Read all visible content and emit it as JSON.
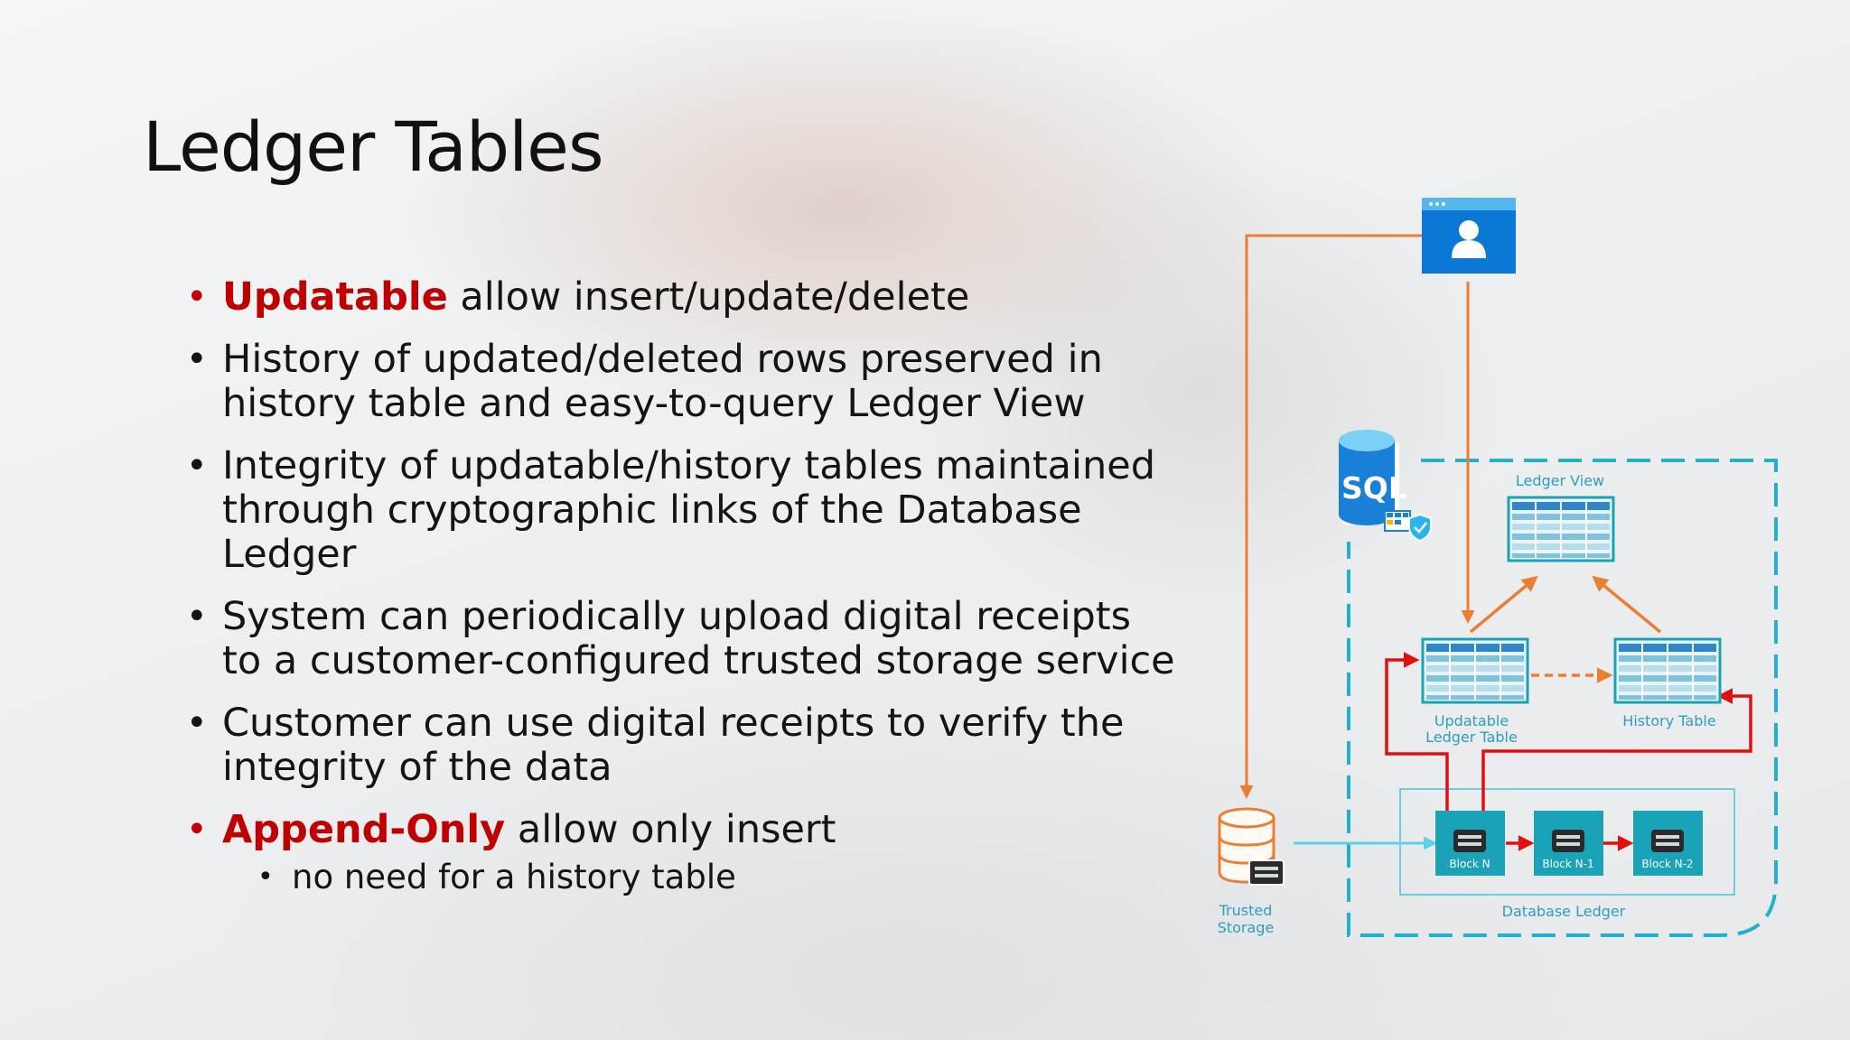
{
  "slide": {
    "title": "Ledger Tables",
    "bullets": [
      {
        "highlight": "Updatable",
        "text": " allow insert/update/delete"
      },
      {
        "text": "History of updated/deleted rows preserved in history table and easy-to-query Ledger View"
      },
      {
        "text": "Integrity of updatable/history tables maintained through cryptographic links of the Database Ledger"
      },
      {
        "text": "System can periodically upload digital receipts to a customer-configured trusted storage service"
      },
      {
        "text": "Customer can use digital receipts to verify the integrity of the data"
      },
      {
        "highlight": "Append-Only",
        "text": " allow only insert",
        "sub": [
          "no need for a history table"
        ]
      }
    ]
  },
  "diagram": {
    "sql_label": "SQL",
    "ledger_view": "Ledger View",
    "updatable_line1": "Updatable",
    "updatable_line2": "Ledger Table",
    "history_table": "History Table",
    "blocks": [
      "Block N",
      "Block N-1",
      "Block N-2"
    ],
    "database_ledger": "Database Ledger",
    "trusted_line1": "Trusted",
    "trusted_line2": "Storage",
    "icons": [
      "user-app-icon",
      "sql-database-icon",
      "storage-icon",
      "table-icon",
      "block-icon"
    ],
    "colors": {
      "accent_red": "#c00000",
      "arrow_orange": "#ed7d31",
      "link_red": "#e01010",
      "teal": "#1aa3b8",
      "azure_blue": "#0a78d4",
      "label_blue": "#2b9fc2",
      "dashed_border": "#1fb1cf"
    }
  }
}
